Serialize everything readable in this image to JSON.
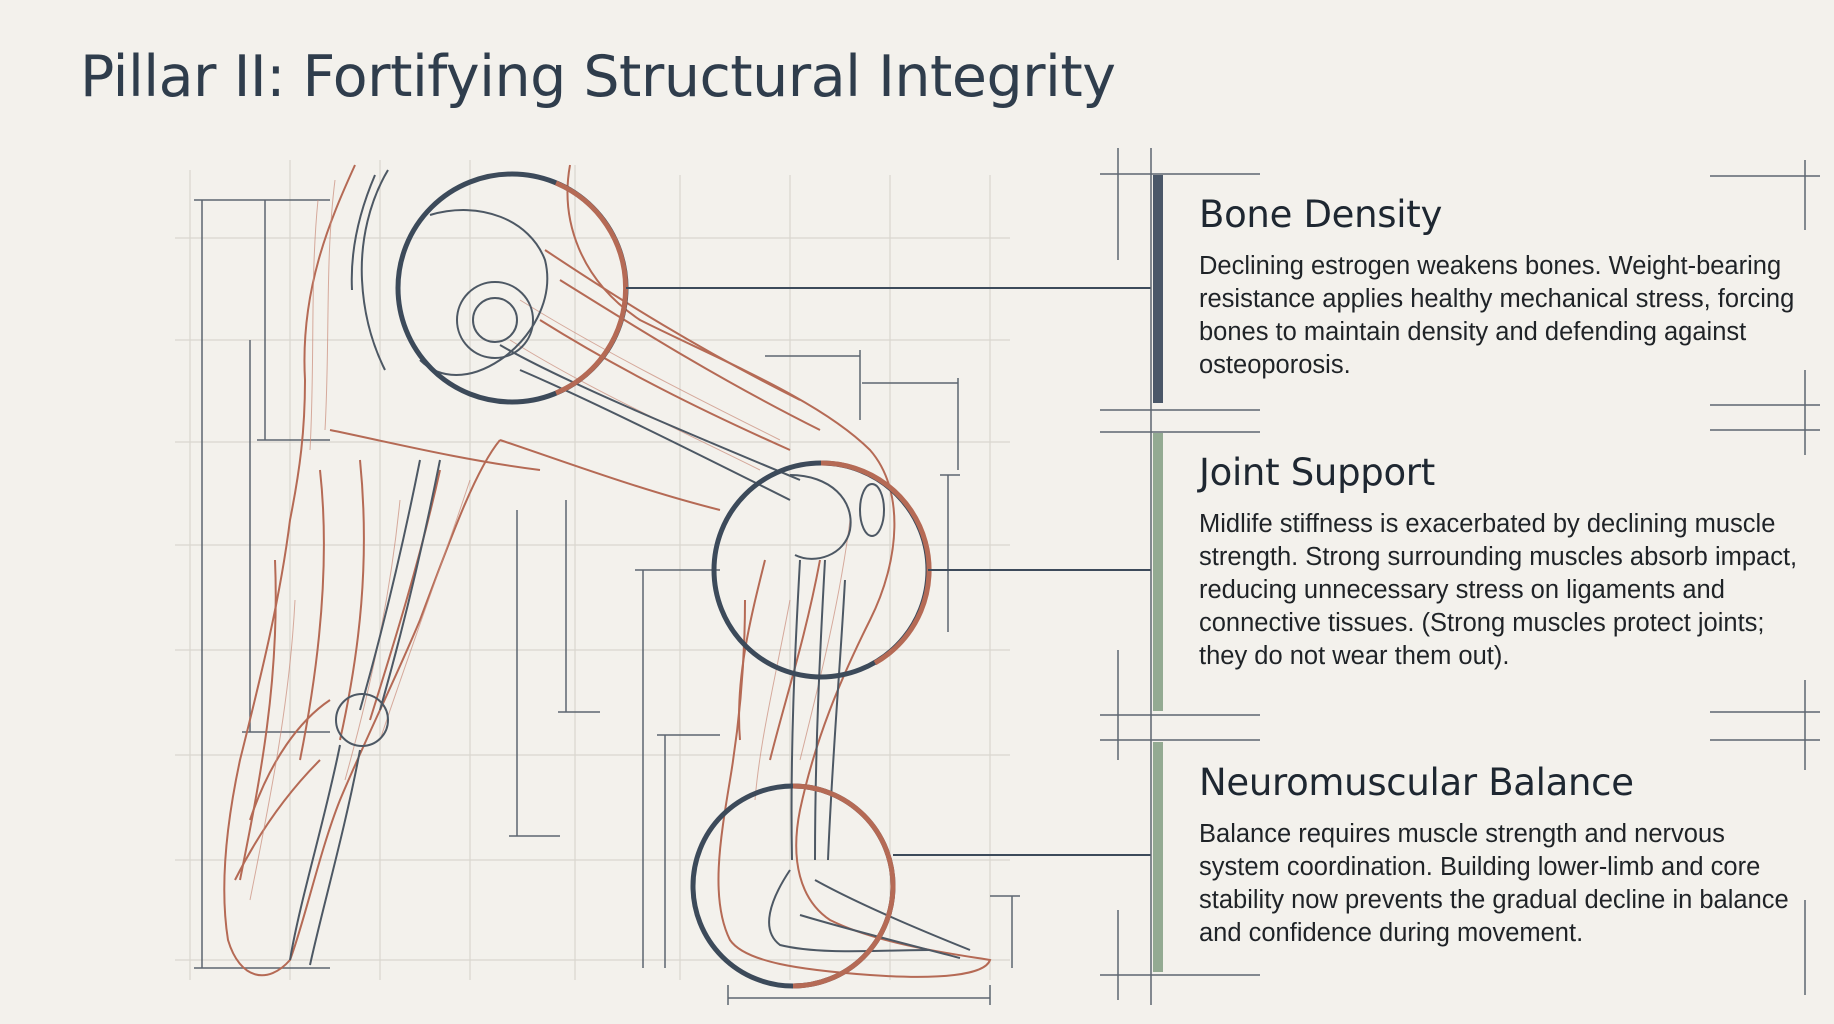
{
  "title": "Pillar II: Fortifying Structural Integrity",
  "colors": {
    "background": "#f3f1ec",
    "slate": "#3c4a5a",
    "terracotta": "#b56a55",
    "sage": "#8da48e",
    "grid": "#d9d6cf"
  },
  "sections": [
    {
      "heading": "Bone Density",
      "body": "Declining estrogen weakens bones. Weight-bearing resistance applies healthy mechanical stress, forcing bones to maintain density and defending against osteoporosis.",
      "accent": "#4a5768"
    },
    {
      "heading": "Joint Support",
      "body": "Midlife stiffness is exacerbated by declining muscle strength. Strong surrounding muscles absorb impact, reducing unnecessary stress on ligaments and connective tissues. (Strong muscles protect joints; they do not wear them out).",
      "accent": "#93aa92"
    },
    {
      "heading": "Neuromuscular Balance",
      "body": "Balance requires muscle strength and nervous system coordination. Building lower-limb and core stability now prevents the gradual decline in balance and confidence during movement.",
      "accent": "#93aa92"
    }
  ]
}
